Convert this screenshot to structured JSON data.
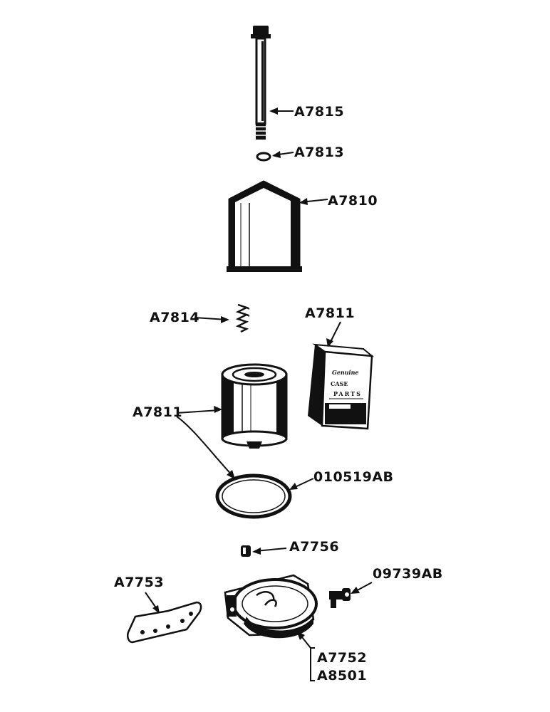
{
  "parts": {
    "bolt": "A7815",
    "washer": "A7813",
    "cover": "A7810",
    "spring": "A7814",
    "element_carton": "A7811",
    "element": "A7811",
    "gasket": "010519AB",
    "plug": "A7756",
    "bracket": "A7753",
    "valve": "09739AB",
    "base_1": "A7752",
    "base_2": "A8501"
  },
  "carton_text": {
    "line1": "Genuine",
    "line2": "CASE",
    "line3": "PARTS"
  }
}
